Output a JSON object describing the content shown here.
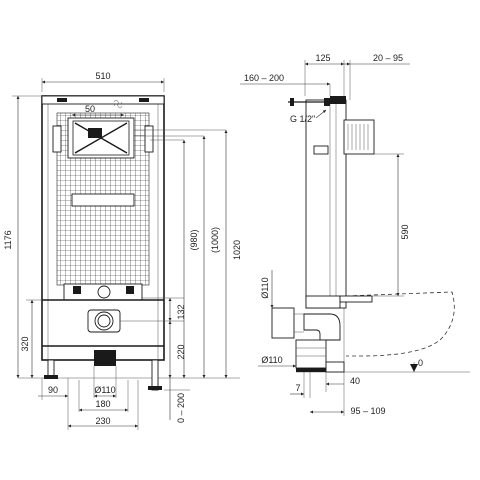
{
  "front": {
    "width_total": "510",
    "height_total": "1176",
    "actuator_offset": "50",
    "height_980": "(980)",
    "height_1000": "(1000)",
    "height_1020": "1020",
    "spacing_132": "132",
    "height_220": "220",
    "height_320": "320",
    "floor_0_200": "0 – 200",
    "offset_90": "90",
    "pipe_110": "Ø110",
    "width_180": "180",
    "width_230": "230"
  },
  "side": {
    "depth_125": "125",
    "range_20_95": "20 – 95",
    "range_160_200": "160 – 200",
    "water_inlet": "G 1/2\"",
    "height_590": "590",
    "pipe_110_upper": "Ø110",
    "pipe_110_lower": "Ø110",
    "zero_level": "0",
    "offset_7": "7",
    "offset_40": "40",
    "range_95_109": "95 – 109"
  },
  "colors": {
    "line": "#1a1a1a",
    "background": "#ffffff"
  }
}
